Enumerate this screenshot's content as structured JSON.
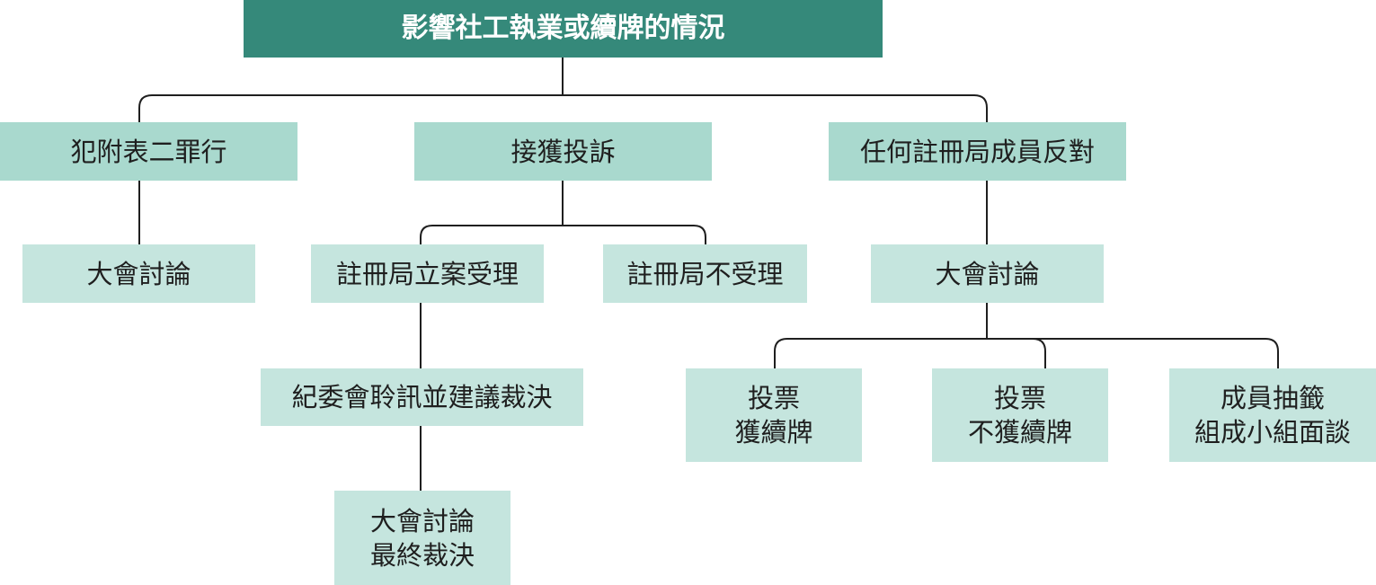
{
  "colors": {
    "root_bg": "#35897a",
    "level1_bg": "#a9d9ce",
    "node_bg": "#c5e5de",
    "line": "#1f1f1f"
  },
  "diagram": {
    "root": "影響社工執業或續牌的情況",
    "branches": [
      {
        "label": "犯附表二罪行",
        "children": [
          "大會討論"
        ]
      },
      {
        "label": "接獲投訴",
        "children": [
          "註冊局立案受理",
          "註冊局不受理"
        ],
        "sub": [
          "紀委會聆訊並建議裁決",
          "大會討論\n最終裁決"
        ]
      },
      {
        "label": "任何註冊局成員反對",
        "children": [
          "大會討論"
        ],
        "sub": [
          "投票\n獲續牌",
          "投票\n不獲續牌",
          "成員抽籤\n組成小組面談"
        ]
      }
    ]
  }
}
